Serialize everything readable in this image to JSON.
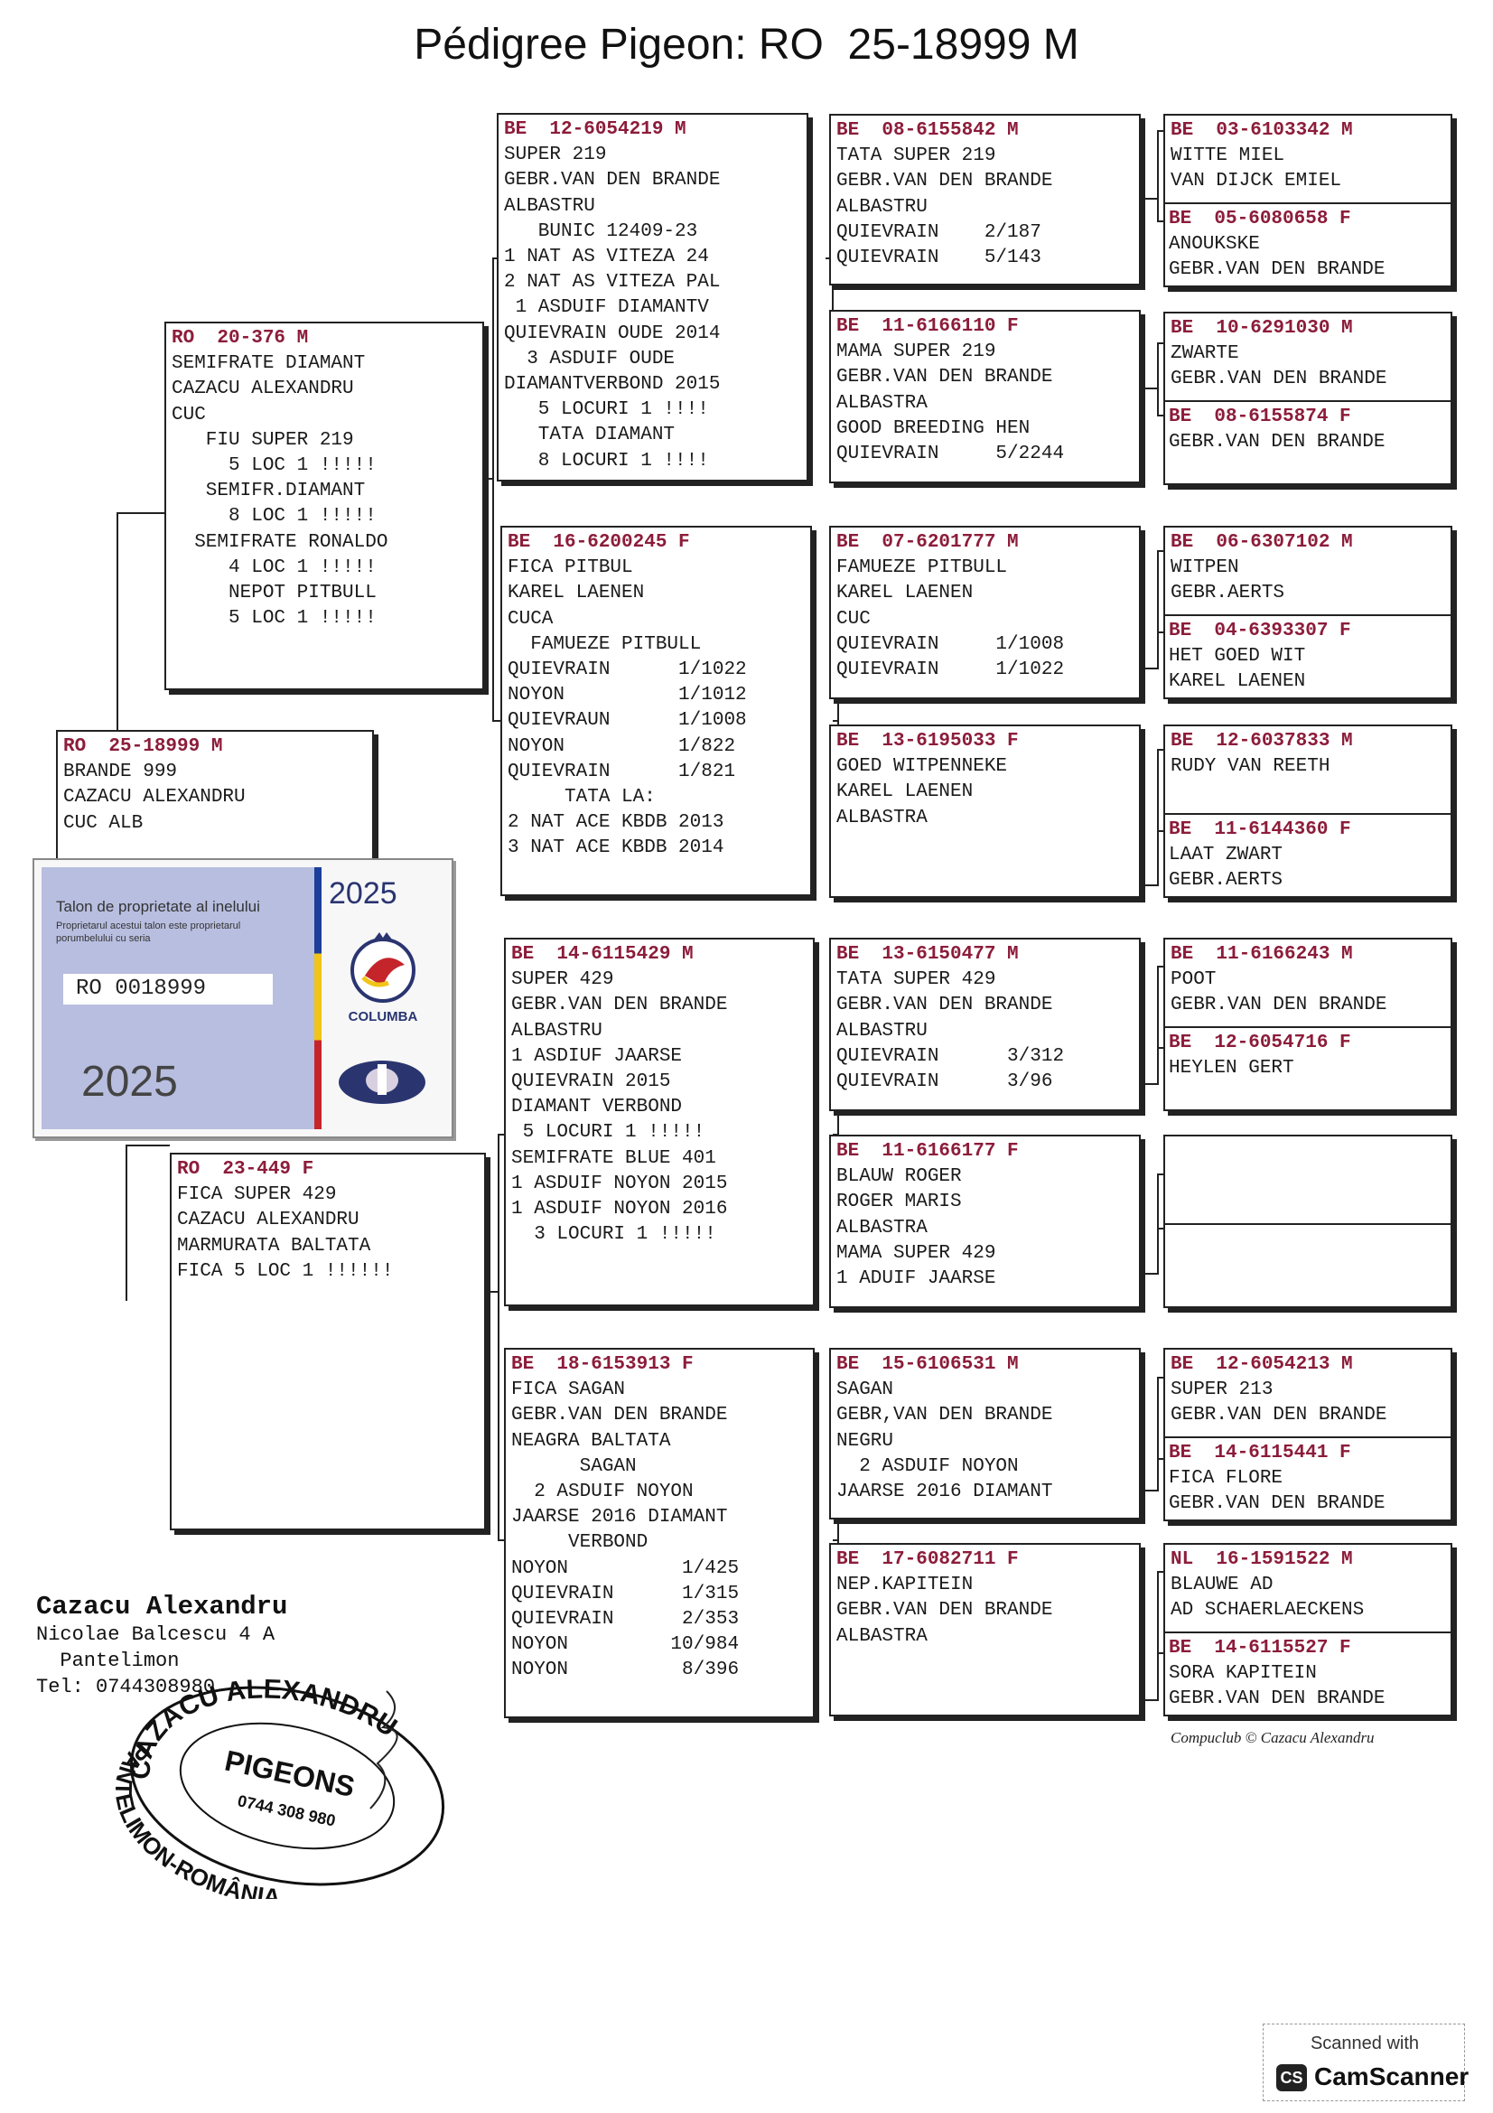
{
  "title": "Pédigree Pigeon: RO  25-18999 M",
  "pigeons": {
    "subject": {
      "ring": "RO  25-18999 M",
      "lines": [
        "BRANDE 999",
        "CAZACU ALEXANDRU",
        "CUC ALB"
      ]
    },
    "sire": {
      "ring": "RO  20-376 M",
      "lines": [
        "SEMIFRATE DIAMANT",
        "CAZACU ALEXANDRU",
        "CUC",
        "   FIU SUPER 219",
        "     5 LOC 1 !!!!!",
        "   SEMIFR.DIAMANT",
        "     8 LOC 1 !!!!!",
        "  SEMIFRATE RONALDO",
        "     4 LOC 1 !!!!!",
        "     NEPOT PITBULL",
        "     5 LOC 1 !!!!!"
      ]
    },
    "dam": {
      "ring": "RO  23-449 F",
      "lines": [
        "FICA SUPER 429",
        "CAZACU ALEXANDRU",
        "MARMURATA BALTATA",
        "FICA 5 LOC 1 !!!!!!"
      ]
    },
    "ss": {
      "ring": "BE  12-6054219 M",
      "lines": [
        "SUPER 219",
        "GEBR.VAN DEN BRANDE",
        "ALBASTRU",
        "   BUNIC 12409-23",
        "1 NAT AS VITEZA 24",
        "2 NAT AS VITEZA PAL",
        " 1 ASDUIF DIAMANTV",
        "QUIEVRAIN OUDE 2014",
        "  3 ASDUIF OUDE",
        "DIAMANTVERBOND 2015",
        "   5 LOCURI 1 !!!!",
        "   TATA DIAMANT",
        "   8 LOCURI 1 !!!!"
      ]
    },
    "sd": {
      "ring": "BE  16-6200245 F",
      "lines": [
        "FICA PITBUL",
        "KAREL LAENEN",
        "CUCA",
        "  FAMUEZE PITBULL",
        "QUIEVRAIN      1/1022",
        "NOYON          1/1012",
        "QUIEVRAUN      1/1008",
        "NOYON          1/822",
        "QUIEVRAIN      1/821",
        "     TATA LA:",
        "2 NAT ACE KBDB 2013",
        "3 NAT ACE KBDB 2014"
      ]
    },
    "ds": {
      "ring": "BE  14-6115429 M",
      "lines": [
        "SUPER 429",
        "GEBR.VAN DEN BRANDE",
        "ALBASTRU",
        "1 ASDIUF JAARSE",
        "QUIEVRAIN 2015",
        "DIAMANT VERBOND",
        " 5 LOCURI 1 !!!!!",
        "SEMIFRATE BLUE 401",
        "1 ASDUIF NOYON 2015",
        "1 ASDUIF NOYON 2016",
        "  3 LOCURI 1 !!!!!"
      ]
    },
    "dd": {
      "ring": "BE  18-6153913 F",
      "lines": [
        "FICA SAGAN",
        "GEBR.VAN DEN BRANDE",
        "NEAGRA BALTATA",
        "      SAGAN",
        "  2 ASDUIF NOYON",
        "JAARSE 2016 DIAMANT",
        "     VERBOND",
        "NOYON          1/425",
        "QUIEVRAIN      1/315",
        "QUIEVRAIN      2/353",
        "NOYON         10/984",
        "NOYON          8/396"
      ]
    },
    "sss": {
      "ring": "BE  08-6155842 M",
      "lines": [
        "TATA SUPER 219",
        "GEBR.VAN DEN BRANDE",
        "ALBASTRU",
        "QUIEVRAIN    2/187",
        "QUIEVRAIN    5/143"
      ]
    },
    "ssd": {
      "ring": "BE  11-6166110 F",
      "lines": [
        "MAMA SUPER 219",
        "GEBR.VAN DEN BRANDE",
        "ALBASTRA",
        "GOOD BREEDING HEN",
        "QUIEVRAIN     5/2244"
      ]
    },
    "sds": {
      "ring": "BE  07-6201777 M",
      "lines": [
        "FAMUEZE PITBULL",
        "KAREL LAENEN",
        "CUC",
        "QUIEVRAIN     1/1008",
        "QUIEVRAIN     1/1022"
      ]
    },
    "sdd": {
      "ring": "BE  13-6195033 F",
      "lines": [
        "GOED WITPENNEKE",
        "KAREL LAENEN",
        "ALBASTRA"
      ]
    },
    "dss": {
      "ring": "BE  13-6150477 M",
      "lines": [
        "TATA SUPER 429",
        "GEBR.VAN DEN BRANDE",
        "ALBASTRU",
        "QUIEVRAIN      3/312",
        "QUIEVRAIN      3/96"
      ]
    },
    "dsd": {
      "ring": "BE  11-6166177 F",
      "lines": [
        "BLAUW ROGER",
        "ROGER MARIS",
        "ALBASTRA",
        "MAMA SUPER 429",
        "1 ADUIF JAARSE"
      ]
    },
    "dds": {
      "ring": "BE  15-6106531 M",
      "lines": [
        "SAGAN",
        "GEBR,VAN DEN BRANDE",
        "NEGRU",
        "  2 ASDUIF NOYON",
        "JAARSE 2016 DIAMANT"
      ]
    },
    "ddd": {
      "ring": "BE  17-6082711 F",
      "lines": [
        "NEP.KAPITEIN",
        "GEBR.VAN DEN BRANDE",
        "ALBASTRA"
      ]
    },
    "g1": {
      "ring": "BE  03-6103342 M",
      "lines": [
        "WITTE MIEL",
        "VAN DIJCK EMIEL"
      ]
    },
    "g2": {
      "ring": "BE  05-6080658 F",
      "lines": [
        "ANOUKSKE",
        "GEBR.VAN DEN BRANDE"
      ]
    },
    "g3": {
      "ring": "BE  10-6291030 M",
      "lines": [
        "ZWARTE",
        "GEBR.VAN DEN BRANDE"
      ]
    },
    "g4": {
      "ring": "BE  08-6155874 F",
      "lines": [
        "",
        "GEBR.VAN DEN BRANDE"
      ]
    },
    "g5": {
      "ring": "BE  06-6307102 M",
      "lines": [
        "WITPEN",
        "GEBR.AERTS"
      ]
    },
    "g6": {
      "ring": "BE  04-6393307 F",
      "lines": [
        "HET GOED WIT",
        "KAREL LAENEN"
      ]
    },
    "g7": {
      "ring": "BE  12-6037833 M",
      "lines": [
        "",
        "RUDY VAN REETH"
      ]
    },
    "g8": {
      "ring": "BE  11-6144360 F",
      "lines": [
        "LAAT ZWART",
        "GEBR.AERTS"
      ]
    },
    "g9": {
      "ring": "BE  11-6166243 M",
      "lines": [
        "POOT",
        "GEBR.VAN DEN BRANDE"
      ]
    },
    "g10": {
      "ring": "BE  12-6054716 F",
      "lines": [
        "",
        "HEYLEN GERT"
      ]
    },
    "g13": {
      "ring": "BE  12-6054213 M",
      "lines": [
        "SUPER 213",
        "GEBR.VAN DEN BRANDE"
      ]
    },
    "g14": {
      "ring": "BE  14-6115441 F",
      "lines": [
        "FICA FLORE",
        "GEBR.VAN DEN BRANDE"
      ]
    },
    "g15": {
      "ring": "NL  16-1591522 M",
      "lines": [
        "BLAUWE AD",
        "AD SCHAERLAECKENS"
      ]
    },
    "g16": {
      "ring": "BE  14-6115527 F",
      "lines": [
        "SORA KAPITEIN",
        "GEBR.VAN DEN BRANDE"
      ]
    }
  },
  "talon": {
    "title": "Talon de proprietate al inelului",
    "subtitle": "Proprietarul acestui talon este proprietarul porumbelului cu seria",
    "number": "RO  0018999",
    "year": "2025",
    "year_large": "2025",
    "badge": "COLUMBA"
  },
  "owner": {
    "name": "Cazacu Alexandru",
    "address": [
      "Nicolae Balcescu 4 A",
      "  Pantelimon",
      "Tel: 0744308980"
    ]
  },
  "stamp": {
    "top": "CAZACU ALEXANDRU",
    "middle": "PIGEONS",
    "phone": "0744 308 980",
    "bottom": "PANTELIMON-ROMÂNIA"
  },
  "footer": "Compuclub © Cazacu Alexandru",
  "scanner": {
    "line1": "Scanned with",
    "line2": "CamScanner",
    "logo": "CS"
  }
}
